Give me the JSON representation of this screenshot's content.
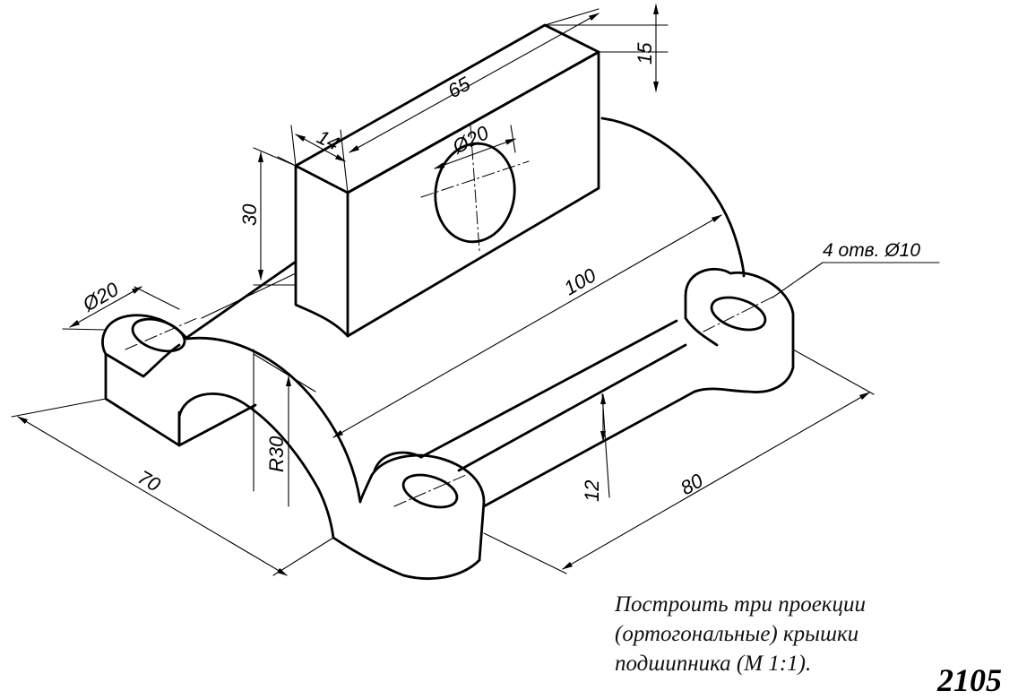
{
  "dimensions": {
    "d65": "65",
    "d15": "15",
    "d14": "14",
    "dphi20_hole": "Ø20",
    "d30": "30",
    "dphi20_boss": "Ø20",
    "d100": "100",
    "holes_note": "4 отв. Ø10",
    "dR30": "R30",
    "d70": "70",
    "d12": "12",
    "d80": "80"
  },
  "task": {
    "line1": "Построить три проекции",
    "line2": "(ортогональные) крышки",
    "line3": "подшипника (М 1:1)."
  },
  "drawing_number": "2105"
}
